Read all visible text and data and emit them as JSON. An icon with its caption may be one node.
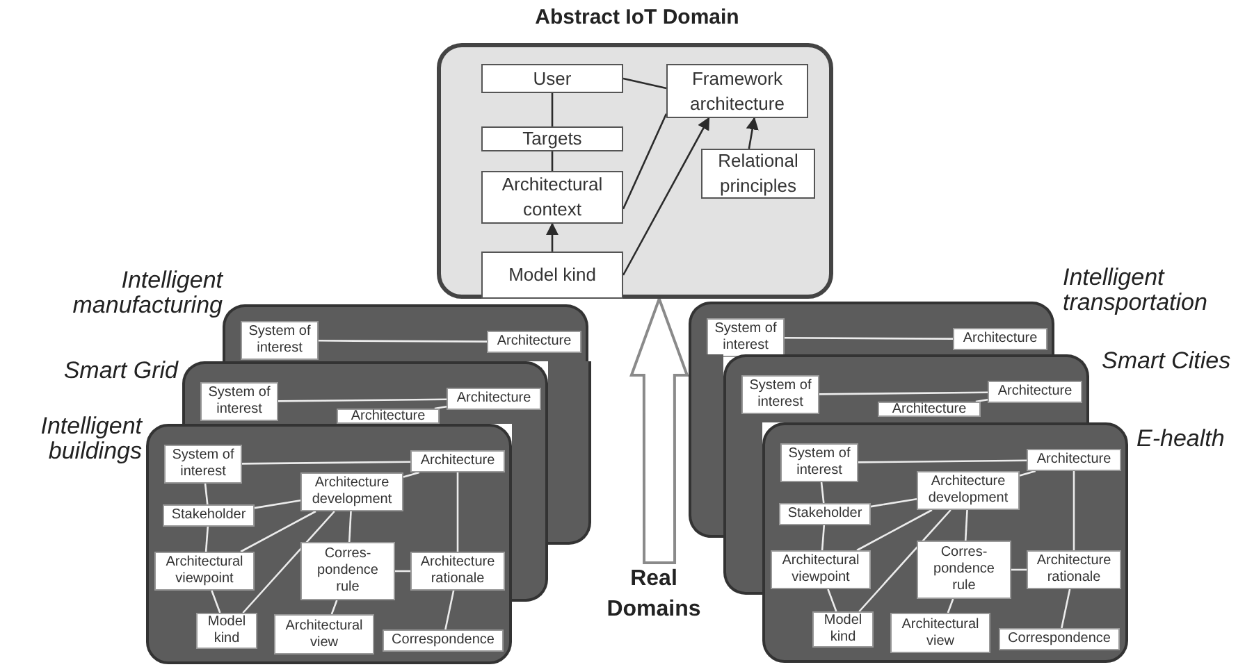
{
  "diagram": {
    "nodes": [
      {
        "text": [
          "Abstract IoT Domain"
        ]
      },
      {
        "text": [
          "User"
        ],
        "in": 0
      },
      {
        "text": [
          "Framework architecture"
        ],
        "in": 0
      },
      {
        "text": [
          "Targets"
        ],
        "in": 0
      },
      {
        "text": [
          "Architectural context"
        ],
        "in": 0
      },
      {
        "text": [
          "Relational principles"
        ],
        "in": 0
      },
      {
        "text": [
          "Model kind"
        ],
        "in": 0
      },
      {
        "text": [
          "Intelligent manufacturing"
        ]
      },
      {
        "text": [
          "System of interest"
        ],
        "in": 7
      },
      {
        "text": [
          "Architecture"
        ],
        "in": 7
      },
      {
        "text": [
          "Smart Grid"
        ]
      },
      {
        "text": [
          "System of interest"
        ],
        "in": 10
      },
      {
        "text": [
          "Architecture"
        ],
        "in": 10
      },
      {
        "text": [
          "Architecture"
        ],
        "in": 10
      },
      {
        "text": [
          "Intelligent buildings"
        ]
      },
      {
        "text": [
          "System of interest"
        ],
        "in": 14
      },
      {
        "text": [
          "Architecture"
        ],
        "in": 14
      },
      {
        "text": [
          "Architecture development"
        ],
        "in": 14
      },
      {
        "text": [
          "Stakeholder"
        ],
        "in": 14
      },
      {
        "text": [
          "Architectural viewpoint"
        ],
        "in": 14
      },
      {
        "text": [
          "Corres- pondence rule"
        ],
        "in": 14
      },
      {
        "text": [
          "Architecture rationale"
        ],
        "in": 14
      },
      {
        "text": [
          "Model kind"
        ],
        "in": 14
      },
      {
        "text": [
          "Architectural view"
        ],
        "in": 14
      },
      {
        "text": [
          "Correspondence"
        ],
        "in": 14
      },
      {
        "text": [
          "Intelligent transportation"
        ]
      },
      {
        "text": [
          "System of interest"
        ],
        "in": 25
      },
      {
        "text": [
          "Architecture"
        ],
        "in": 25
      },
      {
        "text": [
          "Smart Cities"
        ]
      },
      {
        "text": [
          "System of interest"
        ],
        "in": 28
      },
      {
        "text": [
          "Architecture"
        ],
        "in": 28
      },
      {
        "text": [
          "Architecture"
        ],
        "in": 28
      },
      {
        "text": [
          "E-health"
        ]
      },
      {
        "text": [
          "System of interest"
        ],
        "in": 32
      },
      {
        "text": [
          "Architecture"
        ],
        "in": 32
      },
      {
        "text": [
          "Architecture development"
        ],
        "in": 32
      },
      {
        "text": [
          "Stakeholder"
        ],
        "in": 32
      },
      {
        "text": [
          "Architectural viewpoint"
        ],
        "in": 32
      },
      {
        "text": [
          "Corres- pondence rule"
        ],
        "in": 32
      },
      {
        "text": [
          "Architecture rationale"
        ],
        "in": 32
      },
      {
        "text": [
          "Model kind"
        ],
        "in": 32
      },
      {
        "text": [
          "Architectural view"
        ],
        "in": 32
      },
      {
        "text": [
          "Correspondence"
        ],
        "in": 32
      },
      {
        "text": [
          "Real Domains"
        ]
      },
      {
        "text": [],
        "shape": "box"
      },
      {
        "text": [],
        "shape": "box"
      },
      {
        "text": [],
        "shape": "box"
      },
      {
        "text": [],
        "shape": "box"
      }
    ],
    "edges": [
      {
        "from": 1,
        "to": 2,
        "arrow": "none",
        "color": "#2b2b2b"
      },
      {
        "from": 1,
        "to": 3,
        "arrow": "none",
        "color": "#2b2b2b"
      },
      {
        "from": 3,
        "to": 4,
        "arrow": "none",
        "color": "#2b2b2b"
      },
      {
        "from": 6,
        "to": 4,
        "arrow": "to",
        "color": "#2b2b2b"
      },
      {
        "from": 4,
        "to": 2,
        "arrow": "none",
        "color": "#2b2b2b"
      },
      {
        "from": 6,
        "to": 2,
        "arrow": "to",
        "color": "#2b2b2b"
      },
      {
        "from": 5,
        "to": 2,
        "arrow": "to",
        "color": "#2b2b2b"
      },
      {
        "from": 8,
        "to": 9,
        "arrow": "none"
      },
      {
        "from": 11,
        "to": 12,
        "arrow": "none"
      },
      {
        "from": 13,
        "to": 12,
        "arrow": "none"
      },
      {
        "from": 15,
        "to": 16,
        "arrow": "none"
      },
      {
        "from": 15,
        "to": 18,
        "arrow": "none"
      },
      {
        "from": 18,
        "to": 19,
        "arrow": "none"
      },
      {
        "from": 18,
        "to": 17,
        "arrow": "none"
      },
      {
        "from": 19,
        "to": 17,
        "arrow": "none"
      },
      {
        "from": 22,
        "to": 17,
        "arrow": "none"
      },
      {
        "from": 19,
        "to": 22,
        "arrow": "none"
      },
      {
        "from": 17,
        "to": 16,
        "arrow": "none"
      },
      {
        "from": 17,
        "to": 20,
        "arrow": "none"
      },
      {
        "from": 20,
        "to": 21,
        "arrow": "none"
      },
      {
        "from": 20,
        "to": 23,
        "arrow": "none"
      },
      {
        "from": 16,
        "to": 21,
        "arrow": "none"
      },
      {
        "from": 21,
        "to": 24,
        "arrow": "none"
      },
      {
        "from": 26,
        "to": 27,
        "arrow": "none"
      },
      {
        "from": 29,
        "to": 30,
        "arrow": "none"
      },
      {
        "from": 31,
        "to": 30,
        "arrow": "none"
      },
      {
        "from": 33,
        "to": 34,
        "arrow": "none"
      },
      {
        "from": 33,
        "to": 36,
        "arrow": "none"
      },
      {
        "from": 36,
        "to": 37,
        "arrow": "none"
      },
      {
        "from": 36,
        "to": 35,
        "arrow": "none"
      },
      {
        "from": 37,
        "to": 35,
        "arrow": "none"
      },
      {
        "from": 40,
        "to": 35,
        "arrow": "none"
      },
      {
        "from": 37,
        "to": 40,
        "arrow": "none"
      },
      {
        "from": 35,
        "to": 34,
        "arrow": "none"
      },
      {
        "from": 35,
        "to": 38,
        "arrow": "none"
      },
      {
        "from": 38,
        "to": 39,
        "arrow": "none"
      },
      {
        "from": 38,
        "to": 41,
        "arrow": "none"
      },
      {
        "from": 34,
        "to": 39,
        "arrow": "none"
      },
      {
        "from": 39,
        "to": 42,
        "arrow": "none"
      },
      {
        "from": 43,
        "to": 0,
        "arrow": "to",
        "style": "thick",
        "color": "#8a8a8a"
      }
    ]
  }
}
